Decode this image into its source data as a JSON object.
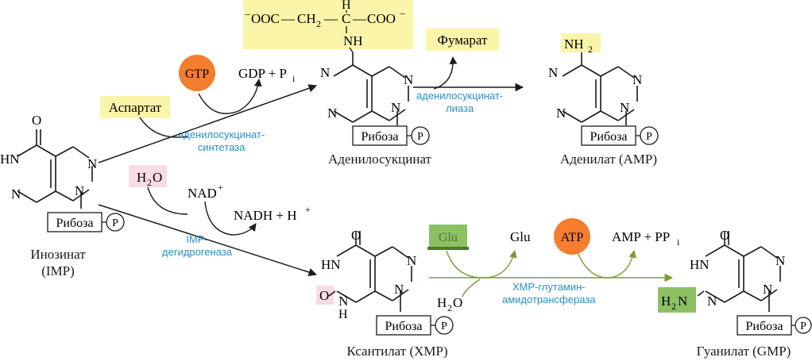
{
  "colors": {
    "highlight_yellow": "#fbf5a9",
    "highlight_pink": "#f8dbe3",
    "highlight_green": "#8cc063",
    "circle_orange": "#f47d2e",
    "enzyme_blue": "#2a8fc4",
    "arrow_green": "#7a9a3c",
    "structure_black": "#1a1a1a"
  },
  "atoms": {
    "N": "N",
    "HN": "HN",
    "O": "O",
    "H": "H",
    "NH": "NH",
    "N_H": "N",
    "NH2_label": "NH",
    "NH2_sub": "2",
    "H2N_label": "H",
    "H2N_sub": "2",
    "H2N_n": "N"
  },
  "ribose": "Рибоза",
  "phosphate": "P",
  "compounds": {
    "imp": {
      "name": "Инозинат",
      "abbr": "(IMP)"
    },
    "adenylosuccinate": {
      "name": "Аденилосукцинат"
    },
    "amp": {
      "name": "Аденилат (AMP)"
    },
    "xmp": {
      "name": "Ксантилат (XMP)"
    },
    "gmp": {
      "name": "Гуанилат (GMP)"
    }
  },
  "succinyl": {
    "left": "OOC",
    "minus_left": "−",
    "ch2": "CH",
    "ch2_sub": "2",
    "ch": "C",
    "h": "H",
    "right": "COO",
    "minus_right": "−",
    "dash1": "—",
    "dash2": "—",
    "dash3": "—",
    "nh": "NH"
  },
  "reagents": {
    "gtp": "GTP",
    "gdp_pi": "GDP + P",
    "gdp_pi_sub": "i",
    "aspartate": "Аспартат",
    "fumarate": "Фумарат",
    "h2o_top": "H",
    "h2o_top_sub": "2",
    "h2o_top_o": "O",
    "nad": "NAD",
    "nad_sup": "+",
    "nadh": "NADH + H",
    "nadh_sup": "+",
    "glu_box": "Glu",
    "glu": "Glu",
    "h2o_bottom": "H",
    "h2o_bottom_sub": "2",
    "h2o_bottom_o": "O",
    "atp": "ATP",
    "amp_ppi": "AMP + PP",
    "amp_ppi_sub": "i"
  },
  "enzymes": {
    "synthetase_1": "аденилосукцинат-",
    "synthetase_2": "синтетаза",
    "lyase_1": "аденилосукцинат-",
    "lyase_2": "лиаза",
    "imp_dh_1": "IMP-",
    "imp_dh_2": "дегидрогеназа",
    "xmp_amido_1": "XMP-глутамин-",
    "xmp_amido_2": "амидотрансфераза"
  }
}
